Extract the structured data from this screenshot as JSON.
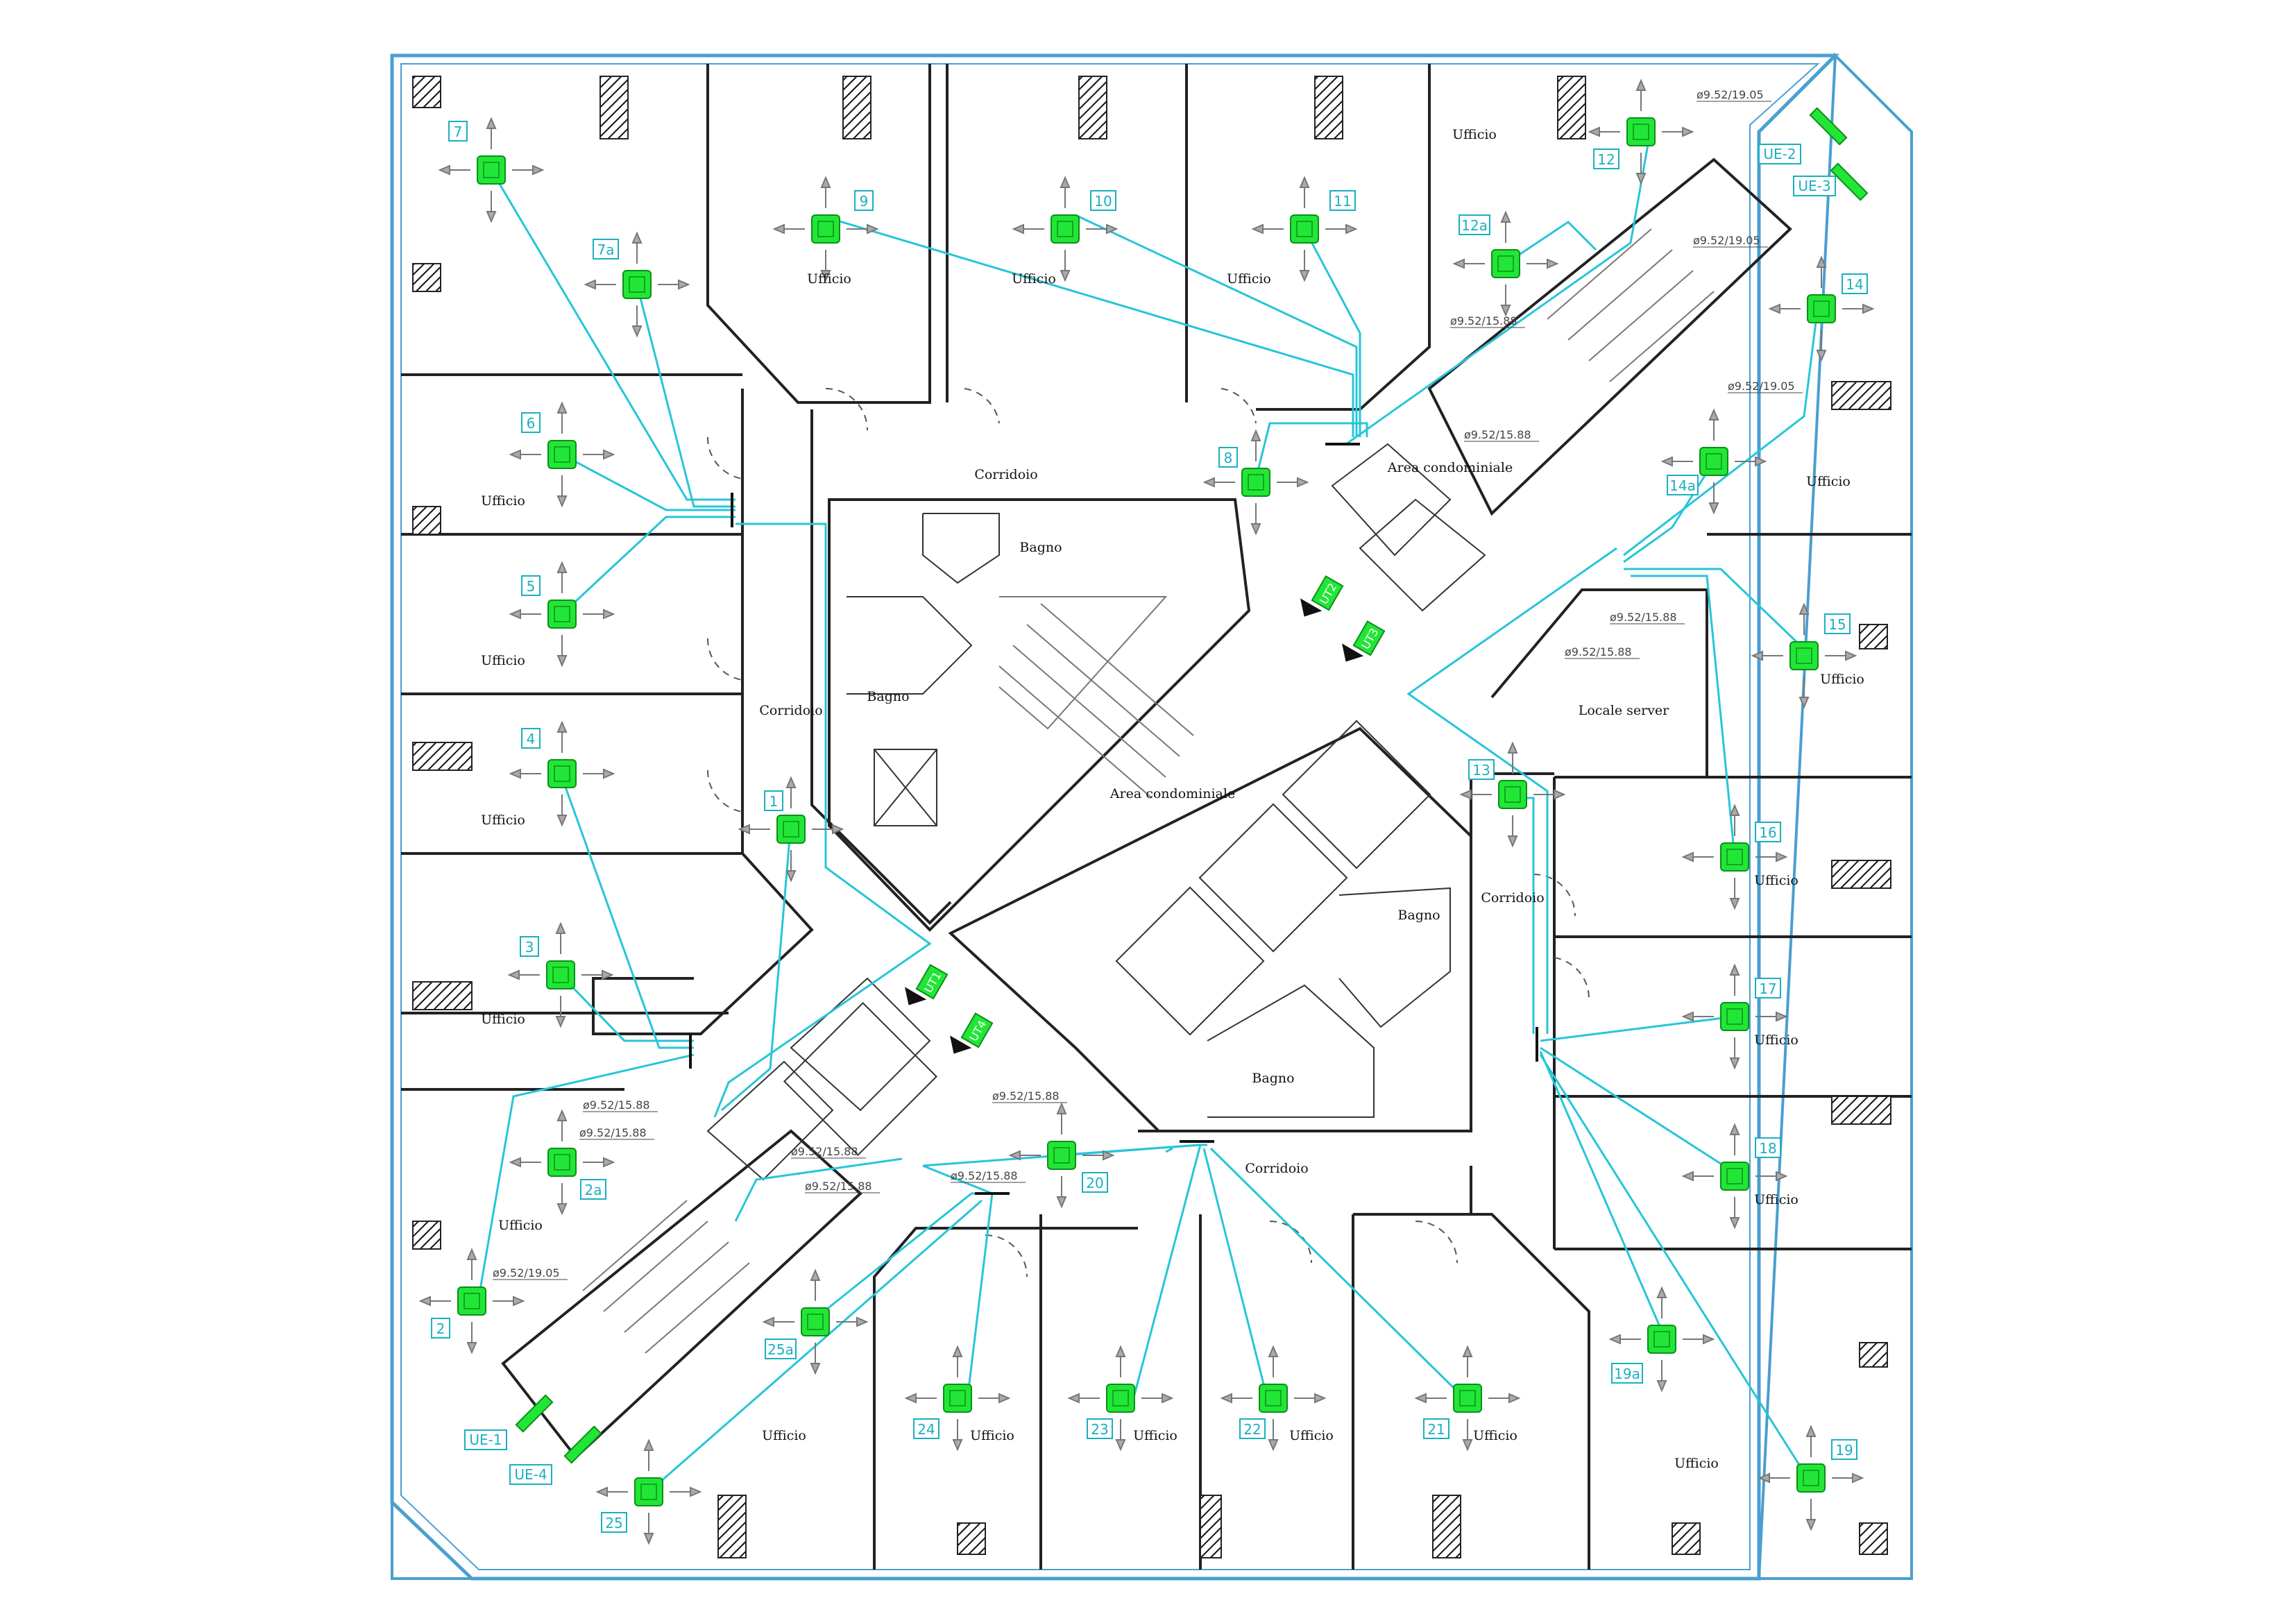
{
  "rooms": {
    "ufficio": "Ufficio",
    "corridoio": "Corridoio",
    "bagno": "Bagno",
    "area_condominiale": "Area condominiale",
    "locale_server": "Locale server"
  },
  "room_labels": [
    {
      "key": "ufficio",
      "id": "r1"
    },
    {
      "key": "ufficio",
      "id": "r2"
    },
    {
      "key": "ufficio",
      "id": "r3"
    },
    {
      "key": "ufficio",
      "id": "r4"
    },
    {
      "key": "ufficio",
      "id": "r5"
    },
    {
      "key": "ufficio",
      "id": "r6"
    },
    {
      "key": "ufficio",
      "id": "r7"
    },
    {
      "key": "ufficio",
      "id": "r8"
    },
    {
      "key": "ufficio",
      "id": "r9"
    },
    {
      "key": "ufficio",
      "id": "r10"
    },
    {
      "key": "ufficio",
      "id": "r11"
    },
    {
      "key": "ufficio",
      "id": "r12"
    },
    {
      "key": "ufficio",
      "id": "r13"
    },
    {
      "key": "ufficio",
      "id": "r14"
    },
    {
      "key": "ufficio",
      "id": "r15"
    },
    {
      "key": "ufficio",
      "id": "r16"
    },
    {
      "key": "ufficio",
      "id": "r17"
    },
    {
      "key": "ufficio",
      "id": "r18"
    },
    {
      "key": "ufficio",
      "id": "r19"
    },
    {
      "key": "ufficio",
      "id": "r20"
    },
    {
      "key": "ufficio",
      "id": "r21"
    },
    {
      "key": "ufficio",
      "id": "r22"
    },
    {
      "key": "ufficio",
      "id": "r23"
    },
    {
      "key": "corridoio",
      "id": "c1"
    },
    {
      "key": "corridoio",
      "id": "c2"
    },
    {
      "key": "corridoio",
      "id": "c3"
    },
    {
      "key": "corridoio",
      "id": "c4"
    },
    {
      "key": "bagno",
      "id": "b1"
    },
    {
      "key": "bagno",
      "id": "b2"
    },
    {
      "key": "bagno",
      "id": "b3"
    },
    {
      "key": "bagno",
      "id": "b4"
    },
    {
      "key": "area_condominiale",
      "id": "a1"
    },
    {
      "key": "area_condominiale",
      "id": "a2"
    },
    {
      "key": "locale_server",
      "id": "s1"
    }
  ],
  "indoor_units": [
    "7",
    "7a",
    "6",
    "5",
    "4",
    "3",
    "2a",
    "2",
    "1",
    "9",
    "10",
    "11",
    "8",
    "12",
    "12a",
    "14",
    "14a",
    "15",
    "13",
    "16",
    "17",
    "18",
    "19a",
    "19",
    "20",
    "21",
    "22",
    "23",
    "24",
    "25a",
    "25"
  ],
  "outdoor_units": [
    "UE-1",
    "UE-2",
    "UE-3",
    "UE-4"
  ],
  "vertical_tags": [
    "UT2",
    "UT3",
    "UT1",
    "UT4"
  ],
  "pipe_labels": [
    "ø9.52/19.05",
    "ø9.52/19.05",
    "ø9.52/15.88",
    "ø9.52/19.05",
    "ø9.52/15.88",
    "ø9.52/15.88",
    "ø9.52/15.88",
    "ø9.52/15.88",
    "ø9.52/15.88",
    "ø9.52/15.88",
    "ø9.52/15.88",
    "ø9.52/15.88",
    "ø9.52/15.88",
    "ø9.52/19.05"
  ],
  "colors": {
    "pipe": "#27c5d8",
    "unit": "#22e636",
    "tag": "#1ab0c0",
    "wall": "#222222",
    "facade": "#4a9fd0"
  }
}
